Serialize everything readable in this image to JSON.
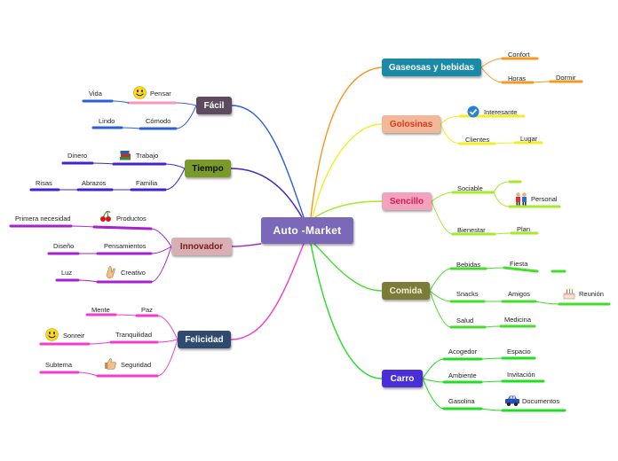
{
  "center": {
    "label": "Auto -Market",
    "color": "#7b68b8"
  },
  "right_nodes": [
    {
      "label": "Gaseosas y bebidas",
      "color": "#1a8aa6",
      "text_color": "#ffffff"
    },
    {
      "label": "Golosinas",
      "color": "#f2b89a",
      "text_color": "#e0381b"
    },
    {
      "label": "Sencillo",
      "color": "#f4a3bf",
      "text_color": "#d81b4e"
    },
    {
      "label": "Comida",
      "color": "#7d7b3a",
      "text_color": "#f2f2d0"
    },
    {
      "label": "Carro",
      "color": "#4b2fd6",
      "text_color": "#ffffff"
    }
  ],
  "left_nodes": [
    {
      "label": "Fácil",
      "color": "#5e4a5e",
      "text_color": "#ffffff"
    },
    {
      "label": "Tiempo",
      "color": "#7a9a2a",
      "text_color": "#111111"
    },
    {
      "label": "Innovador",
      "color": "#d8b0b4",
      "text_color": "#7a1a1a"
    },
    {
      "label": "Felicidad",
      "color": "#2e4a70",
      "text_color": "#ffffff"
    }
  ],
  "labels": {
    "confort": "Confort",
    "horas": "Horas",
    "dormir": "Dormir",
    "interesante": "Interesante",
    "clientes": "Clientes",
    "lugar": "Lugar",
    "sociable": "Sociable",
    "personal": "Personal",
    "bienestar": "Bienestar",
    "plan": "Plan",
    "bebidas": "Bebidas",
    "fiesta": "Fiesta",
    "snacks": "Snacks",
    "amigos": "Amigos",
    "reunion": "Reunión",
    "salud": "Salud",
    "medicina": "Medicina",
    "acogedor": "Acogedor",
    "espacio": "Espacio",
    "ambiente": "Ambiente",
    "invitacion": "Invitación",
    "gasolina": "Gasolina",
    "documentos": "Documentos",
    "vida": "Vida",
    "pensar": "Pensar",
    "lindo": "Lindo",
    "comodo": "Cómodo",
    "dinero": "Dinero",
    "trabajo": "Trabajo",
    "risas": "Risas",
    "abrazos": "Abrazos",
    "familia": "Familia",
    "primera_necesidad": "Primera necesidad",
    "productos": "Productos",
    "diseno": "Diseño",
    "pensamientos": "Pensamientos",
    "luz": "Luz",
    "creativo": "Creativo",
    "mente": "Mente",
    "paz": "Paz",
    "sonreir": "Sonreir",
    "tranquilidad": "Tranquilidad",
    "subtema": "Subtema",
    "seguridad": "Seguridad"
  },
  "branch_colors": {
    "gaseosas": "#f39a1e",
    "golosinas": "#f2ee20",
    "sencillo": "#a6e82a",
    "comida": "#44dd2a",
    "carro": "#22dd22",
    "facil": "#2a5fd8",
    "tiempo": "#4422cc",
    "innovador": "#a622cc",
    "felicidad": "#f23ccf"
  }
}
